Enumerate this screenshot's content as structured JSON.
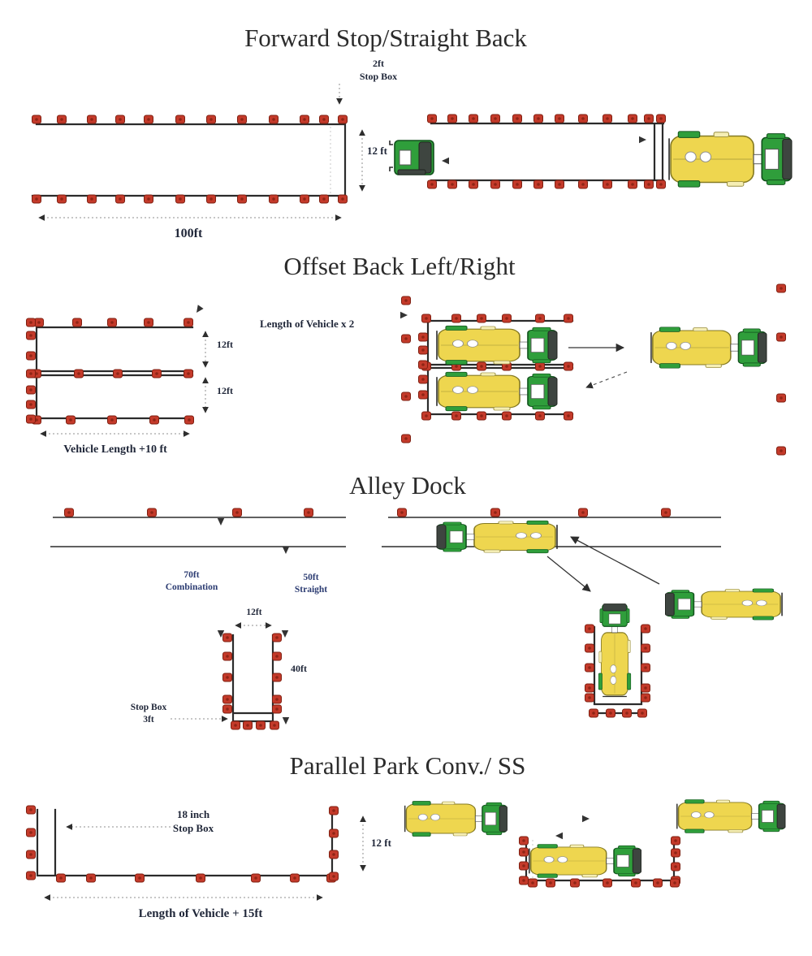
{
  "document_type": "CDL skills course layout sheet",
  "colors": {
    "cone": "#c43a2a",
    "cone-dark": "#7e1f10",
    "bus-yellow": "#eed64f",
    "bus-stroke": "#857a22",
    "green": "#2f9e3b",
    "green-dark": "#11511c",
    "glass": "#3e4540",
    "line": "#2b2b2b",
    "label": "#1f2638",
    "alley-label": "#2c3c72",
    "dim": "#8f8f8f"
  },
  "sections": {
    "forward": {
      "title": "Forward Stop/Straight Back",
      "box_depth": "2ft",
      "box_label": "Stop Box",
      "width": "12 ft",
      "length": "100ft"
    },
    "offset": {
      "title": "Offset Back Left/Right",
      "top_note": "Length of Vehicle x 2",
      "width_top": "12ft",
      "width_bottom": "12ft",
      "length_note": "Vehicle Length +10 ft"
    },
    "alley": {
      "title": "Alley Dock",
      "combo_value": "70ft",
      "combo_label": "Combination",
      "straight_value": "50ft",
      "straight_label": "Straight",
      "width": "12ft",
      "depth": "40ft",
      "box_label": "Stop Box",
      "box_depth": "3ft"
    },
    "parallel": {
      "title": "Parallel Park Conv./ SS",
      "box_size": "18 inch",
      "box_label": "Stop Box",
      "width": "12 ft",
      "length_note": "Length of Vehicle + 15ft"
    }
  }
}
